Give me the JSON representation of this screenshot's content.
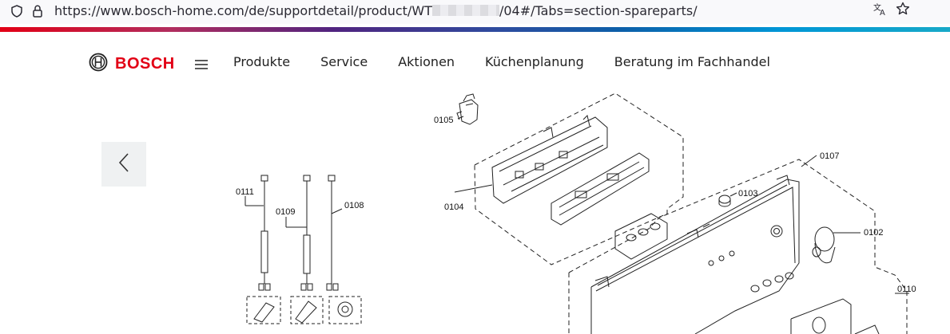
{
  "browser": {
    "url_prefix": "https://www.bosch-home.com/de/supportdetail/product/WT",
    "url_suffix": "/04#/Tabs=section-spareparts/",
    "icons": [
      "shield-icon",
      "lock-icon",
      "translate-icon",
      "bookmark-star-icon"
    ]
  },
  "brand": {
    "name": "BOSCH"
  },
  "nav": {
    "items": [
      "Produkte",
      "Service",
      "Aktionen",
      "Küchenplanung",
      "Beratung im Fachhandel"
    ]
  },
  "controls": {
    "prev_icon": "chevron-left-icon"
  },
  "diagram": {
    "labels": {
      "p0105": "0105",
      "p0104": "0104",
      "p0107": "0107",
      "p0103": "0103",
      "p0102": "0102",
      "p0110": "0110",
      "p0111": "0111",
      "p0109": "0109",
      "p0108": "0108"
    }
  }
}
